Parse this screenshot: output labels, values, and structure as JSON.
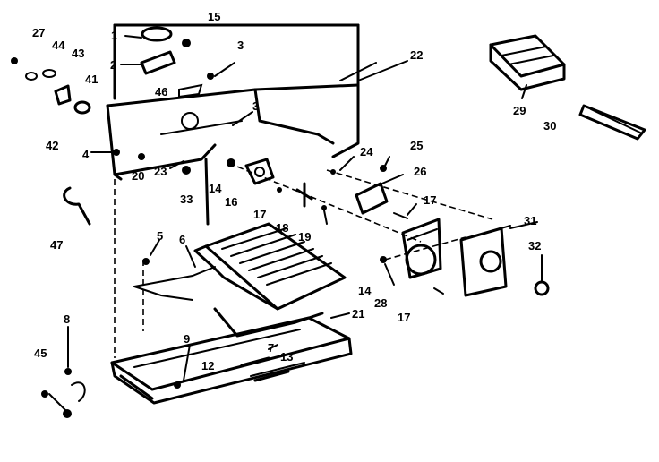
{
  "diagram": {
    "callouts": [
      {
        "id": "c1",
        "text": "1"
      },
      {
        "id": "c15",
        "text": "15"
      },
      {
        "id": "c27",
        "text": "27"
      },
      {
        "id": "c44",
        "text": "44"
      },
      {
        "id": "c43",
        "text": "43"
      },
      {
        "id": "c2",
        "text": "2"
      },
      {
        "id": "c3a",
        "text": "3"
      },
      {
        "id": "c22",
        "text": "22"
      },
      {
        "id": "c41",
        "text": "41"
      },
      {
        "id": "c46",
        "text": "46"
      },
      {
        "id": "c3b",
        "text": "3"
      },
      {
        "id": "c42",
        "text": "42"
      },
      {
        "id": "c4",
        "text": "4"
      },
      {
        "id": "c23",
        "text": "23"
      },
      {
        "id": "c20",
        "text": "20"
      },
      {
        "id": "c33",
        "text": "33"
      },
      {
        "id": "c14a",
        "text": "14"
      },
      {
        "id": "c16",
        "text": "16"
      },
      {
        "id": "c24",
        "text": "24"
      },
      {
        "id": "c25",
        "text": "25"
      },
      {
        "id": "c26",
        "text": "26"
      },
      {
        "id": "c17a",
        "text": "17"
      },
      {
        "id": "c17b",
        "text": "17"
      },
      {
        "id": "c18",
        "text": "18"
      },
      {
        "id": "c19",
        "text": "19"
      },
      {
        "id": "c31",
        "text": "31"
      },
      {
        "id": "c32",
        "text": "32"
      },
      {
        "id": "c29",
        "text": "29"
      },
      {
        "id": "c30",
        "text": "30"
      },
      {
        "id": "c47",
        "text": "47"
      },
      {
        "id": "c5",
        "text": "5"
      },
      {
        "id": "c6",
        "text": "6"
      },
      {
        "id": "c14b",
        "text": "14"
      },
      {
        "id": "c28",
        "text": "28"
      },
      {
        "id": "c17c",
        "text": "17"
      },
      {
        "id": "c21",
        "text": "21"
      },
      {
        "id": "c8",
        "text": "8"
      },
      {
        "id": "c9",
        "text": "9"
      },
      {
        "id": "c7",
        "text": "7"
      },
      {
        "id": "c13",
        "text": "13"
      },
      {
        "id": "c45",
        "text": "45"
      },
      {
        "id": "c12",
        "text": "12"
      }
    ]
  }
}
